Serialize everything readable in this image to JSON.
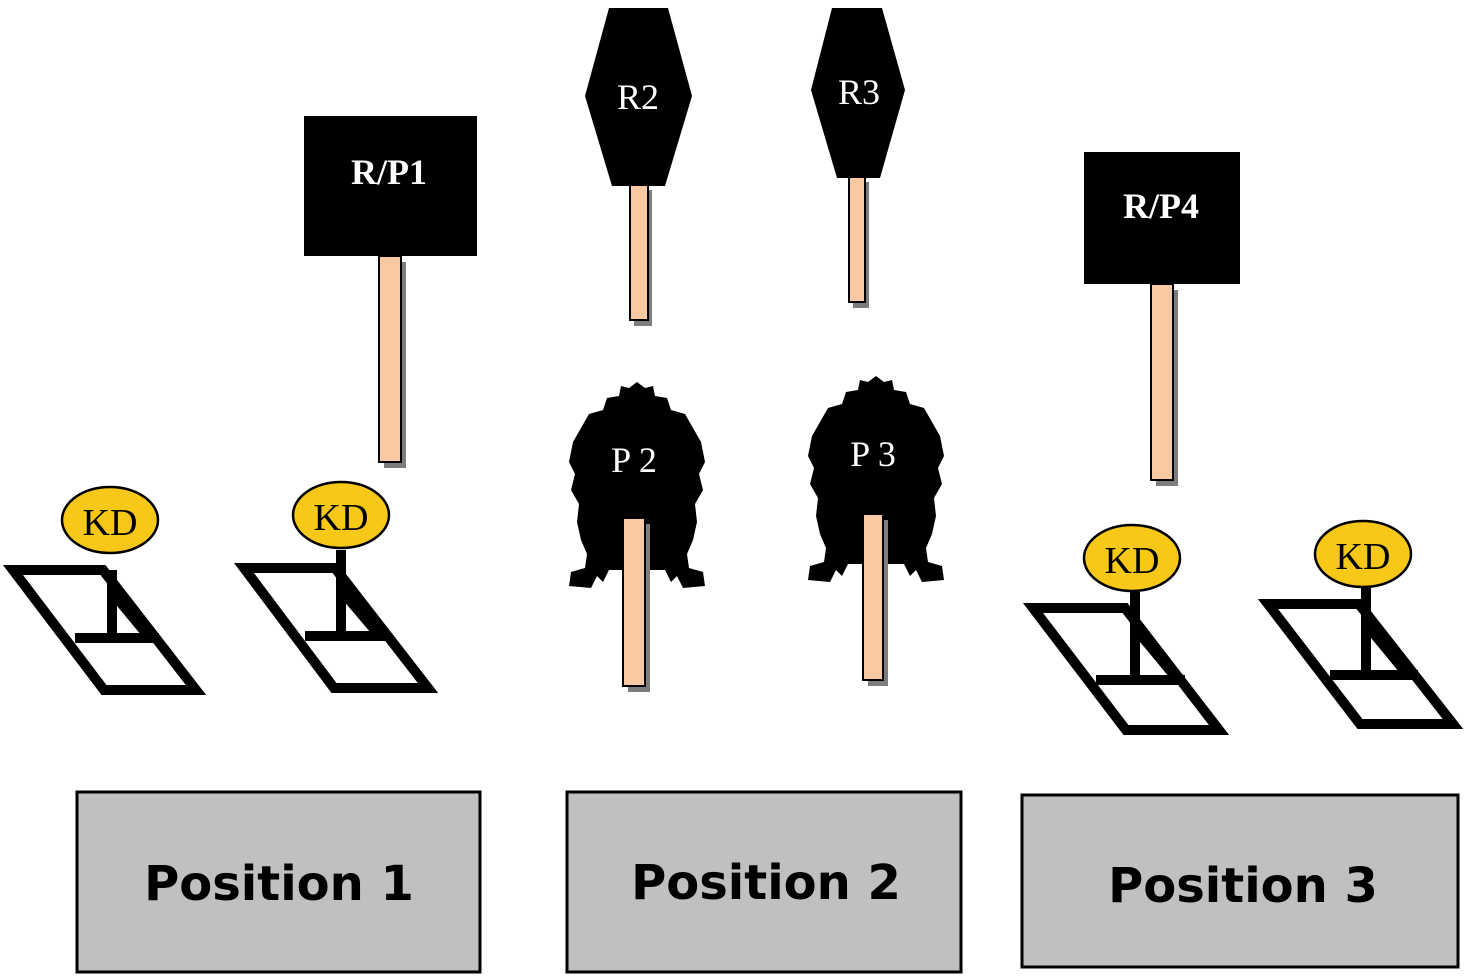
{
  "diagram": {
    "colors": {
      "background": "#ffffff",
      "target_fill": "#000000",
      "post_fill": "#f9c9a3",
      "post_shadow": "#7d7d7d",
      "kd_fill": "#f7c817",
      "position_box_fill": "#c0c0c0"
    },
    "reactive_popper_targets": [
      {
        "id": "rp1",
        "label": "R/P1"
      },
      {
        "id": "rp4",
        "label": "R/P4"
      }
    ],
    "reactive_targets": [
      {
        "id": "r2",
        "label": "R2"
      },
      {
        "id": "r3",
        "label": "R3"
      }
    ],
    "popper_targets": [
      {
        "id": "p2",
        "label": "P 2"
      },
      {
        "id": "p3",
        "label": "P 3"
      }
    ],
    "knockdown_targets": [
      {
        "id": "kd1",
        "label": "KD"
      },
      {
        "id": "kd2",
        "label": "KD"
      },
      {
        "id": "kd3",
        "label": "KD"
      },
      {
        "id": "kd4",
        "label": "KD"
      }
    ],
    "positions": [
      {
        "id": "pos1",
        "label": "Position 1"
      },
      {
        "id": "pos2",
        "label": "Position 2"
      },
      {
        "id": "pos3",
        "label": "Position 3"
      }
    ]
  }
}
